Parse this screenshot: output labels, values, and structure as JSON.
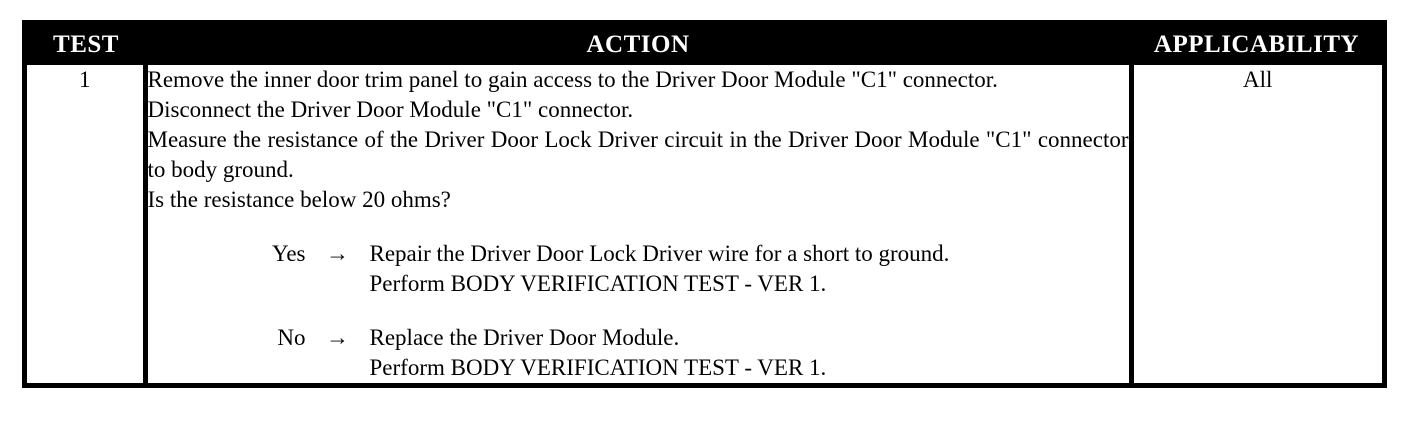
{
  "document": {
    "kind": "diagnostic-test-table"
  },
  "table": {
    "headers": {
      "test": "TEST",
      "action": "ACTION",
      "applicability": "APPLICABILITY"
    },
    "rows": [
      {
        "test": "1",
        "applicability": "All",
        "action": {
          "intro_lines": [
            "Remove the inner door trim panel to gain access to the Driver Door Module \"C1\" connector.",
            "Disconnect the Driver Door Module \"C1\" connector.",
            "Measure the resistance of the Driver Door Lock Driver circuit in the Driver Door Module \"C1\" connector to body ground.",
            "Is the resistance below 20 ohms?"
          ],
          "branches": [
            {
              "label": "Yes",
              "arrow": "→",
              "lines": [
                "Repair the Driver Door Lock Driver wire for a short to ground.",
                "Perform BODY VERIFICATION TEST - VER 1."
              ]
            },
            {
              "label": "No",
              "arrow": "→",
              "lines": [
                "Replace the Driver Door Module.",
                "Perform BODY VERIFICATION TEST - VER 1."
              ]
            }
          ]
        }
      }
    ]
  },
  "colors": {
    "header_bg": "#000000",
    "header_fg": "#ffffff",
    "border": "#000000",
    "body_bg": "#ffffff",
    "body_fg": "#000000"
  }
}
